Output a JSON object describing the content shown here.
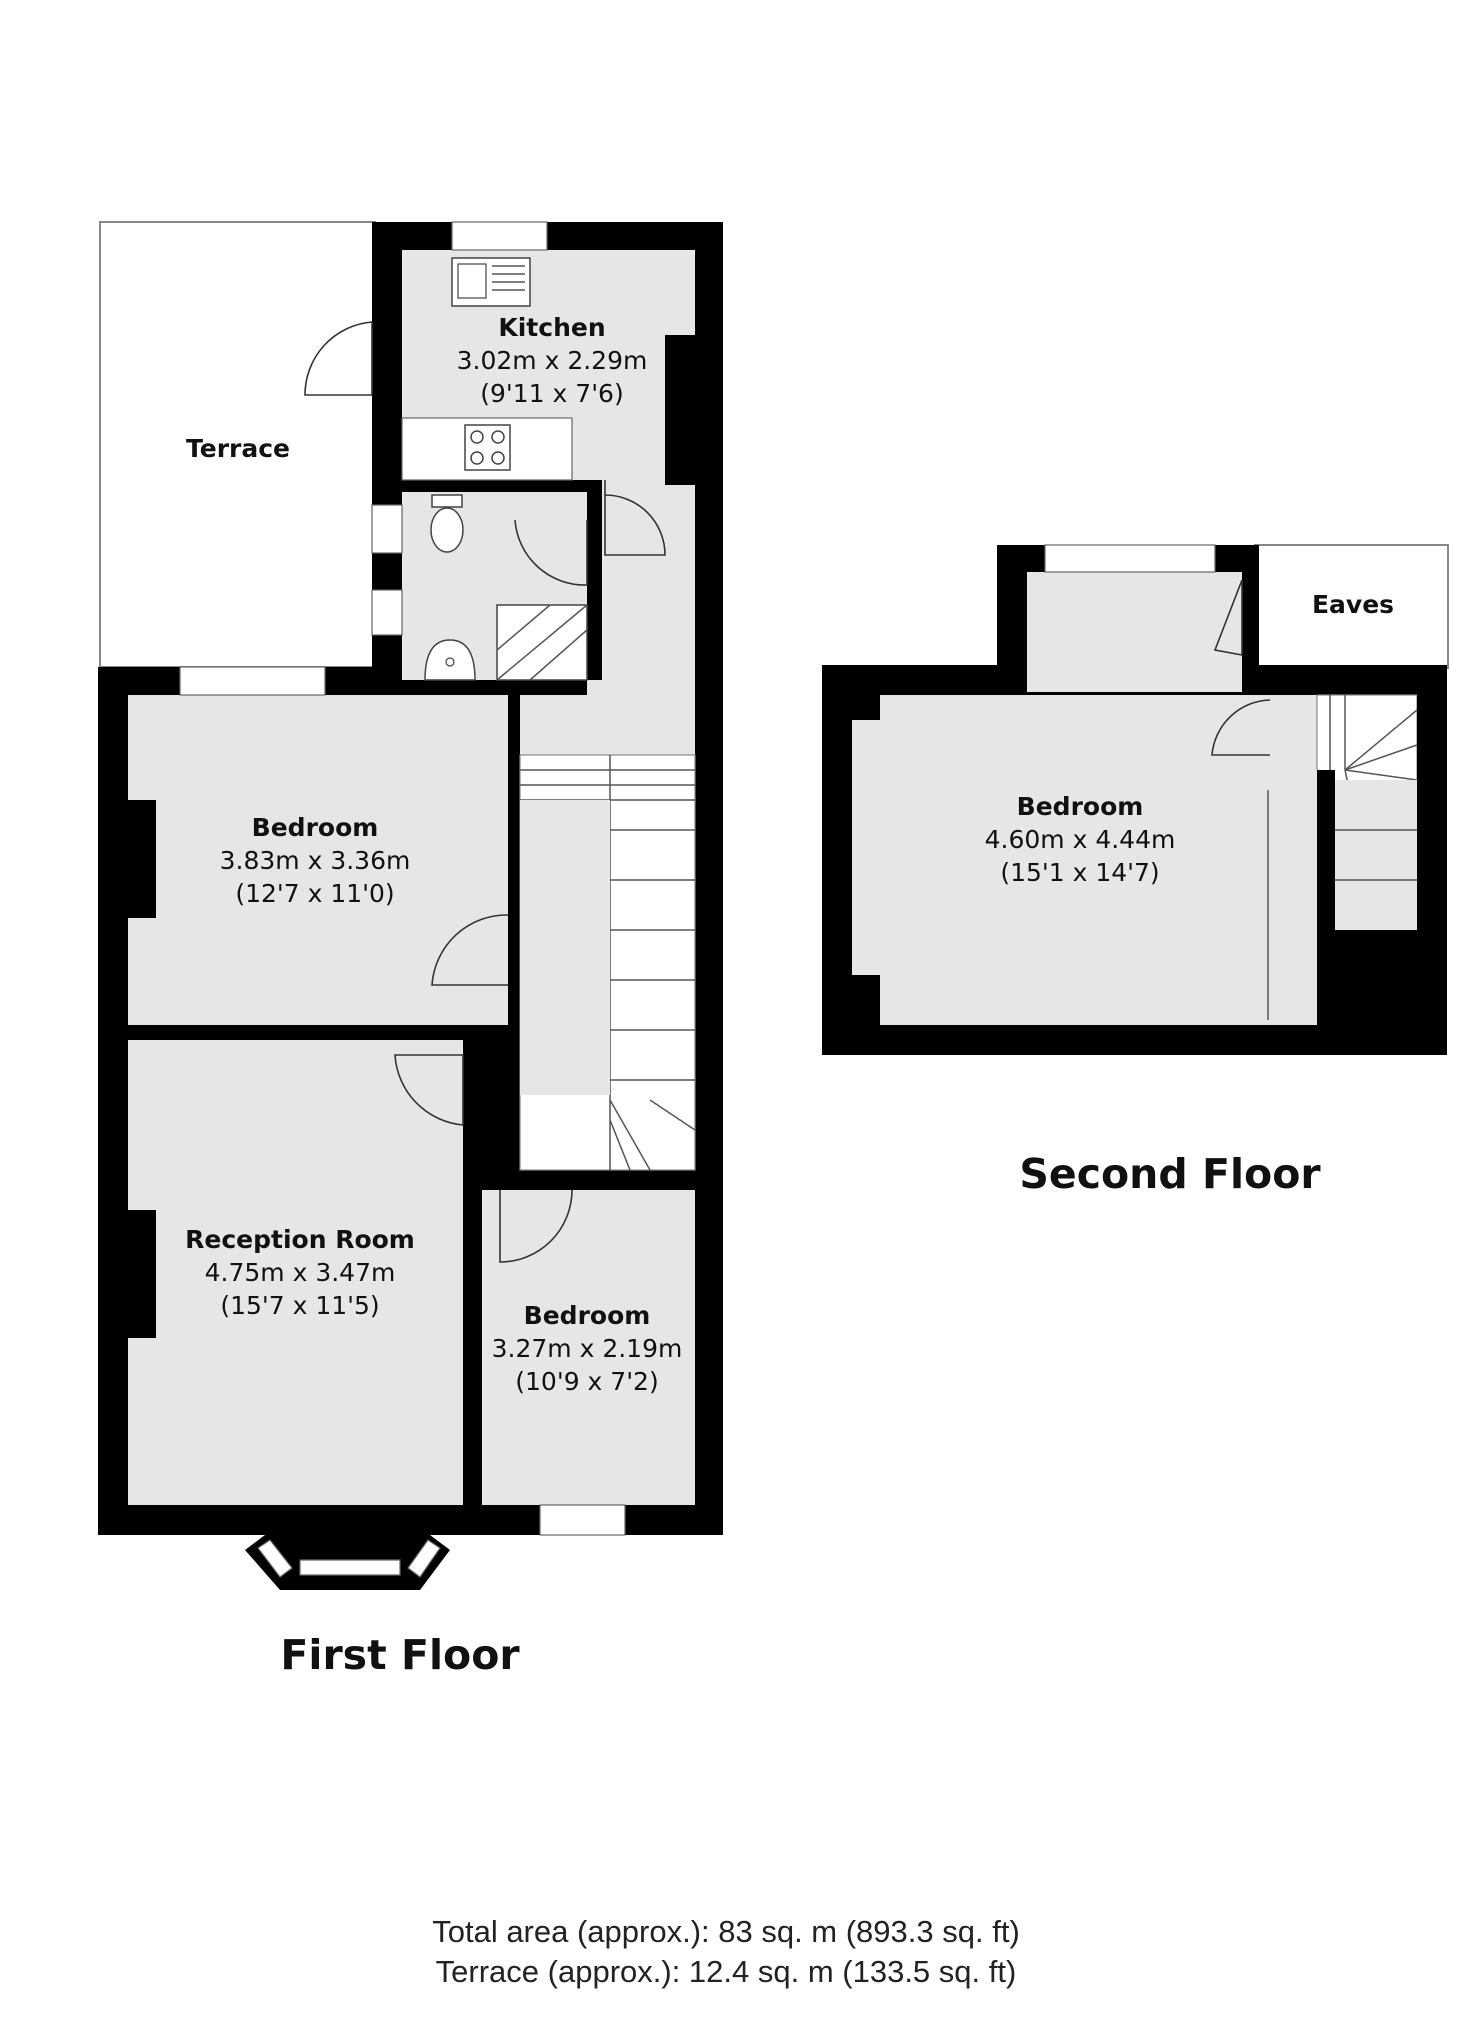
{
  "first_floor": {
    "title": "First Floor",
    "terrace": {
      "name": "Terrace"
    },
    "kitchen": {
      "name": "Kitchen",
      "metric": "3.02m x 2.29m",
      "imperial": "(9'11 x 7'6)"
    },
    "bedroom_1": {
      "name": "Bedroom",
      "metric": "3.83m x 3.36m",
      "imperial": "(12'7 x 11'0)"
    },
    "reception": {
      "name": "Reception Room",
      "metric": "4.75m x 3.47m",
      "imperial": "(15'7 x 11'5)"
    },
    "bedroom_2": {
      "name": "Bedroom",
      "metric": "3.27m x 2.19m",
      "imperial": "(10'9 x 7'2)"
    }
  },
  "second_floor": {
    "title": "Second Floor",
    "eaves": {
      "name": "Eaves"
    },
    "bedroom": {
      "name": "Bedroom",
      "metric": "4.60m x 4.44m",
      "imperial": "(15'1 x 14'7)"
    }
  },
  "summary": {
    "total_area": "Total area (approx.): 83 sq. m (893.3 sq. ft)",
    "terrace_area": "Terrace (approx.): 12.4 sq. m (133.5 sq. ft)"
  },
  "colors": {
    "wall": "#000000",
    "floor": "#e6e6e6",
    "background": "#ffffff"
  }
}
